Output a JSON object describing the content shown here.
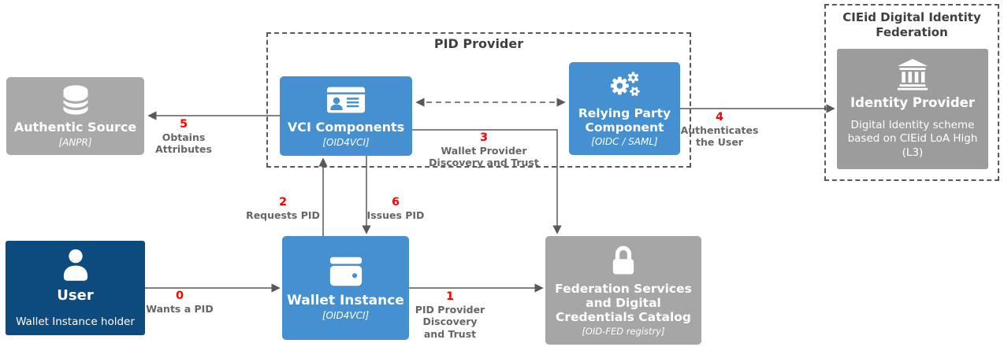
{
  "diagram": {
    "groups": {
      "pid_provider": {
        "title": "PID Provider"
      },
      "cieid_federation": {
        "title": "CIEid Digital Identity\nFederation"
      }
    },
    "nodes": {
      "authentic_source": {
        "title": "Authentic Source",
        "subtitle": "[ANPR]",
        "icon": "database-icon"
      },
      "user": {
        "title": "User",
        "subtitle": "Wallet Instance holder",
        "icon": "person-icon"
      },
      "vci_components": {
        "title": "VCI Components",
        "subtitle": "[OID4VCI]",
        "icon": "id-card-icon"
      },
      "relying_party_component": {
        "title": "Relying Party\nComponent",
        "subtitle": "[OIDC / SAML]",
        "icon": "gears-icon"
      },
      "wallet_instance": {
        "title": "Wallet Instance",
        "subtitle": "[OID4VCI]",
        "icon": "wallet-icon"
      },
      "federation_services": {
        "title": "Federation Services\nand Digital\nCredentials Catalog",
        "subtitle": "[OID-FED registry]",
        "icon": "padlock-icon"
      },
      "identity_provider": {
        "title": "Identity Provider",
        "description": "Digital Identity scheme\nbased on CIEid LoA High\n(L3)",
        "icon": "bank-icon"
      }
    },
    "edges": {
      "step0": {
        "number": "0",
        "label": "Wants a PID"
      },
      "step1": {
        "number": "1",
        "label": "PID Provider\nDiscovery\nand Trust"
      },
      "step2": {
        "number": "2",
        "label": "Requests PID"
      },
      "step3": {
        "number": "3",
        "label": "Wallet Provider\nDiscovery and Trust"
      },
      "step4": {
        "number": "4",
        "label": "Authenticates\nthe User"
      },
      "step5": {
        "number": "5",
        "label": "Obtains\nAttributes"
      },
      "step6": {
        "number": "6",
        "label": "Issues PID"
      }
    },
    "colors": {
      "blue": "#4490d0",
      "navy": "#0d4a7d",
      "gray": "#a9a9a9",
      "gray_mid": "#a6a6a6",
      "gray_dark": "#9c9c9c",
      "line": "#595959",
      "number_red": "#ff0000",
      "label_gray": "#666666"
    }
  }
}
